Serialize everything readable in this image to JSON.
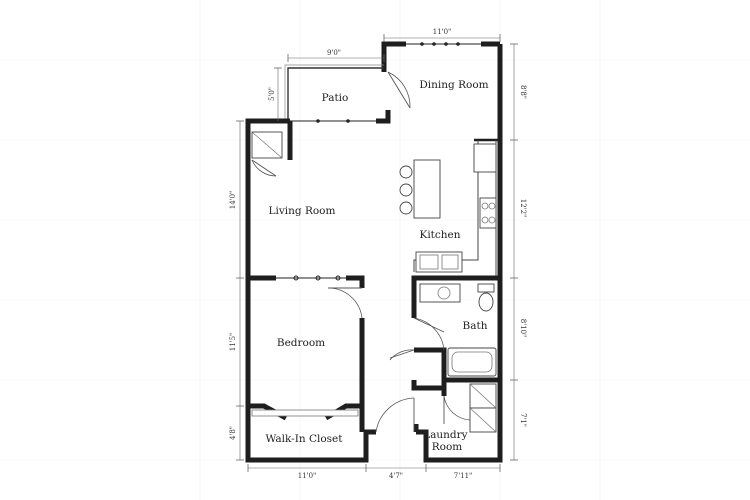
{
  "rooms": {
    "patio": "Patio",
    "dining_room": "Dining Room",
    "living_room": "Living Room",
    "kitchen": "Kitchen",
    "bath": "Bath",
    "bedroom": "Bedroom",
    "walk_in_closet": "Walk-In Closet",
    "laundry_room": "Laundry\nRoom"
  },
  "dimensions": {
    "top_dining": "11'0\"",
    "top_patio": "9'0\"",
    "patio_depth": "5'0\"",
    "left_living": "14'0\"",
    "left_bedroom": "11'5\"",
    "left_closet": "4'8\"",
    "right_dining": "8'8\"",
    "right_kitchen": "12'2\"",
    "right_bath": "8'10\"",
    "right_laundry": "7'1\"",
    "bottom_bedroom": "11'0\"",
    "bottom_hall": "4'7\"",
    "bottom_laundry": "7'11\""
  }
}
